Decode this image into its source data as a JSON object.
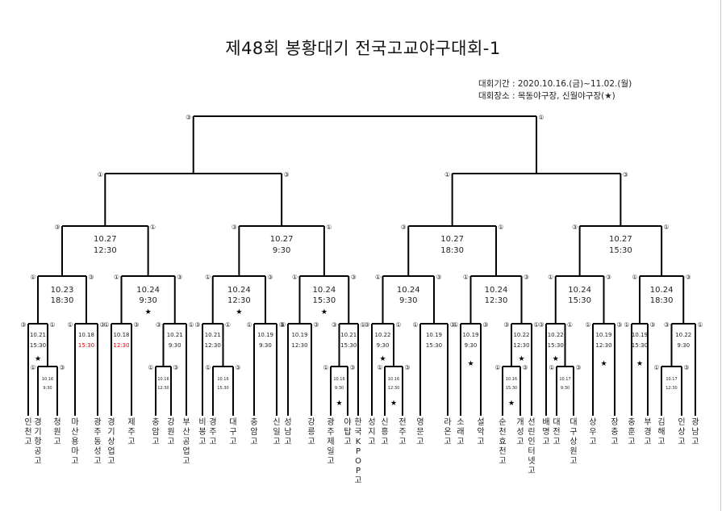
{
  "title": "제48회 봉황대기 전국고교야구대회-1",
  "info": {
    "period": "대회기간 : 2020.10.16.(금)~11.02.(월)",
    "venue": "대회장소 : 목동야구장, 신월야구장(★)"
  },
  "teams": [
    "인천고",
    "경기항공고",
    "청원고",
    "마산용마고",
    "광주동성고",
    "경기상업고",
    "제주고",
    "충암고",
    "강원고",
    "부산공업고",
    "비봉고",
    "경주고",
    "대구고",
    "충암고",
    "신일고",
    "성남고",
    "강릉고",
    "광주제일고",
    "야탑고",
    "한국KPOP고",
    "성지고",
    "신흥고",
    "전주고",
    "영문고",
    "라온고",
    "소래고",
    "설악고",
    "순천효천고",
    "개성고",
    "선린인터넷고",
    "배명고",
    "대전고",
    "대구상원고",
    "상우고",
    "장충고",
    "충훈고",
    "부경고",
    "김해고",
    "인상고",
    "광남고"
  ],
  "circled": {
    "one": "①",
    "three": "③"
  },
  "star": "★",
  "games": {
    "g1a": [
      "10.16",
      "9:30"
    ],
    "g1b": [
      "10.21",
      "15:30"
    ],
    "g1c": [
      "10.18",
      "15:30"
    ],
    "g2a": [
      "10.18",
      "12:30"
    ],
    "g2b": [
      "10.16",
      "12:30"
    ],
    "g2c": [
      "10.21",
      "9:30"
    ],
    "g3a": [
      "10.21",
      "12:30"
    ],
    "g3b": [
      "10.16",
      "15:30"
    ],
    "g3c": [
      "10.19",
      "9:30"
    ],
    "g4a": [
      "10.19",
      "12:30"
    ],
    "g4b": [
      "10.16",
      "9:30"
    ],
    "g4c": [
      "10.21",
      "15:30"
    ],
    "g5a": [
      "10.16",
      "12:30"
    ],
    "g5b": [
      "10.22",
      "9:30"
    ],
    "g5c": [
      "10.19",
      "15:30"
    ],
    "g6a": [
      "10.19",
      "9:30"
    ],
    "g6b": [
      "10.16",
      "15:30"
    ],
    "g6c": [
      "10.22",
      "12:30"
    ],
    "g7a": [
      "10.17",
      "9:30"
    ],
    "g7b": [
      "10.22",
      "15:30"
    ],
    "g7c": [
      "10.19",
      "12:30"
    ],
    "g8a": [
      "10.19",
      "15:30"
    ],
    "g8b": [
      "10.17",
      "12:30"
    ],
    "g8c": [
      "10.22",
      "9:30"
    ],
    "r16_1": [
      "10.23",
      "18:30"
    ],
    "r16_2": [
      "10.24",
      "9:30"
    ],
    "r16_3": [
      "10.24",
      "12:30"
    ],
    "r16_4": [
      "10.24",
      "15:30"
    ],
    "r16_5": [
      "10.24",
      "9:30"
    ],
    "r16_6": [
      "10.24",
      "12:30"
    ],
    "r16_7": [
      "10.24",
      "15:30"
    ],
    "r16_8": [
      "10.24",
      "18:30"
    ],
    "qf1": [
      "10.27",
      "12:30"
    ],
    "qf2": [
      "10.27",
      "9:30"
    ],
    "qf3": [
      "10.27",
      "18:30"
    ],
    "qf4": [
      "10.27",
      "15:30"
    ]
  },
  "colors": {
    "line": "#000000",
    "highlight": "#e00000",
    "text": "#222222"
  }
}
